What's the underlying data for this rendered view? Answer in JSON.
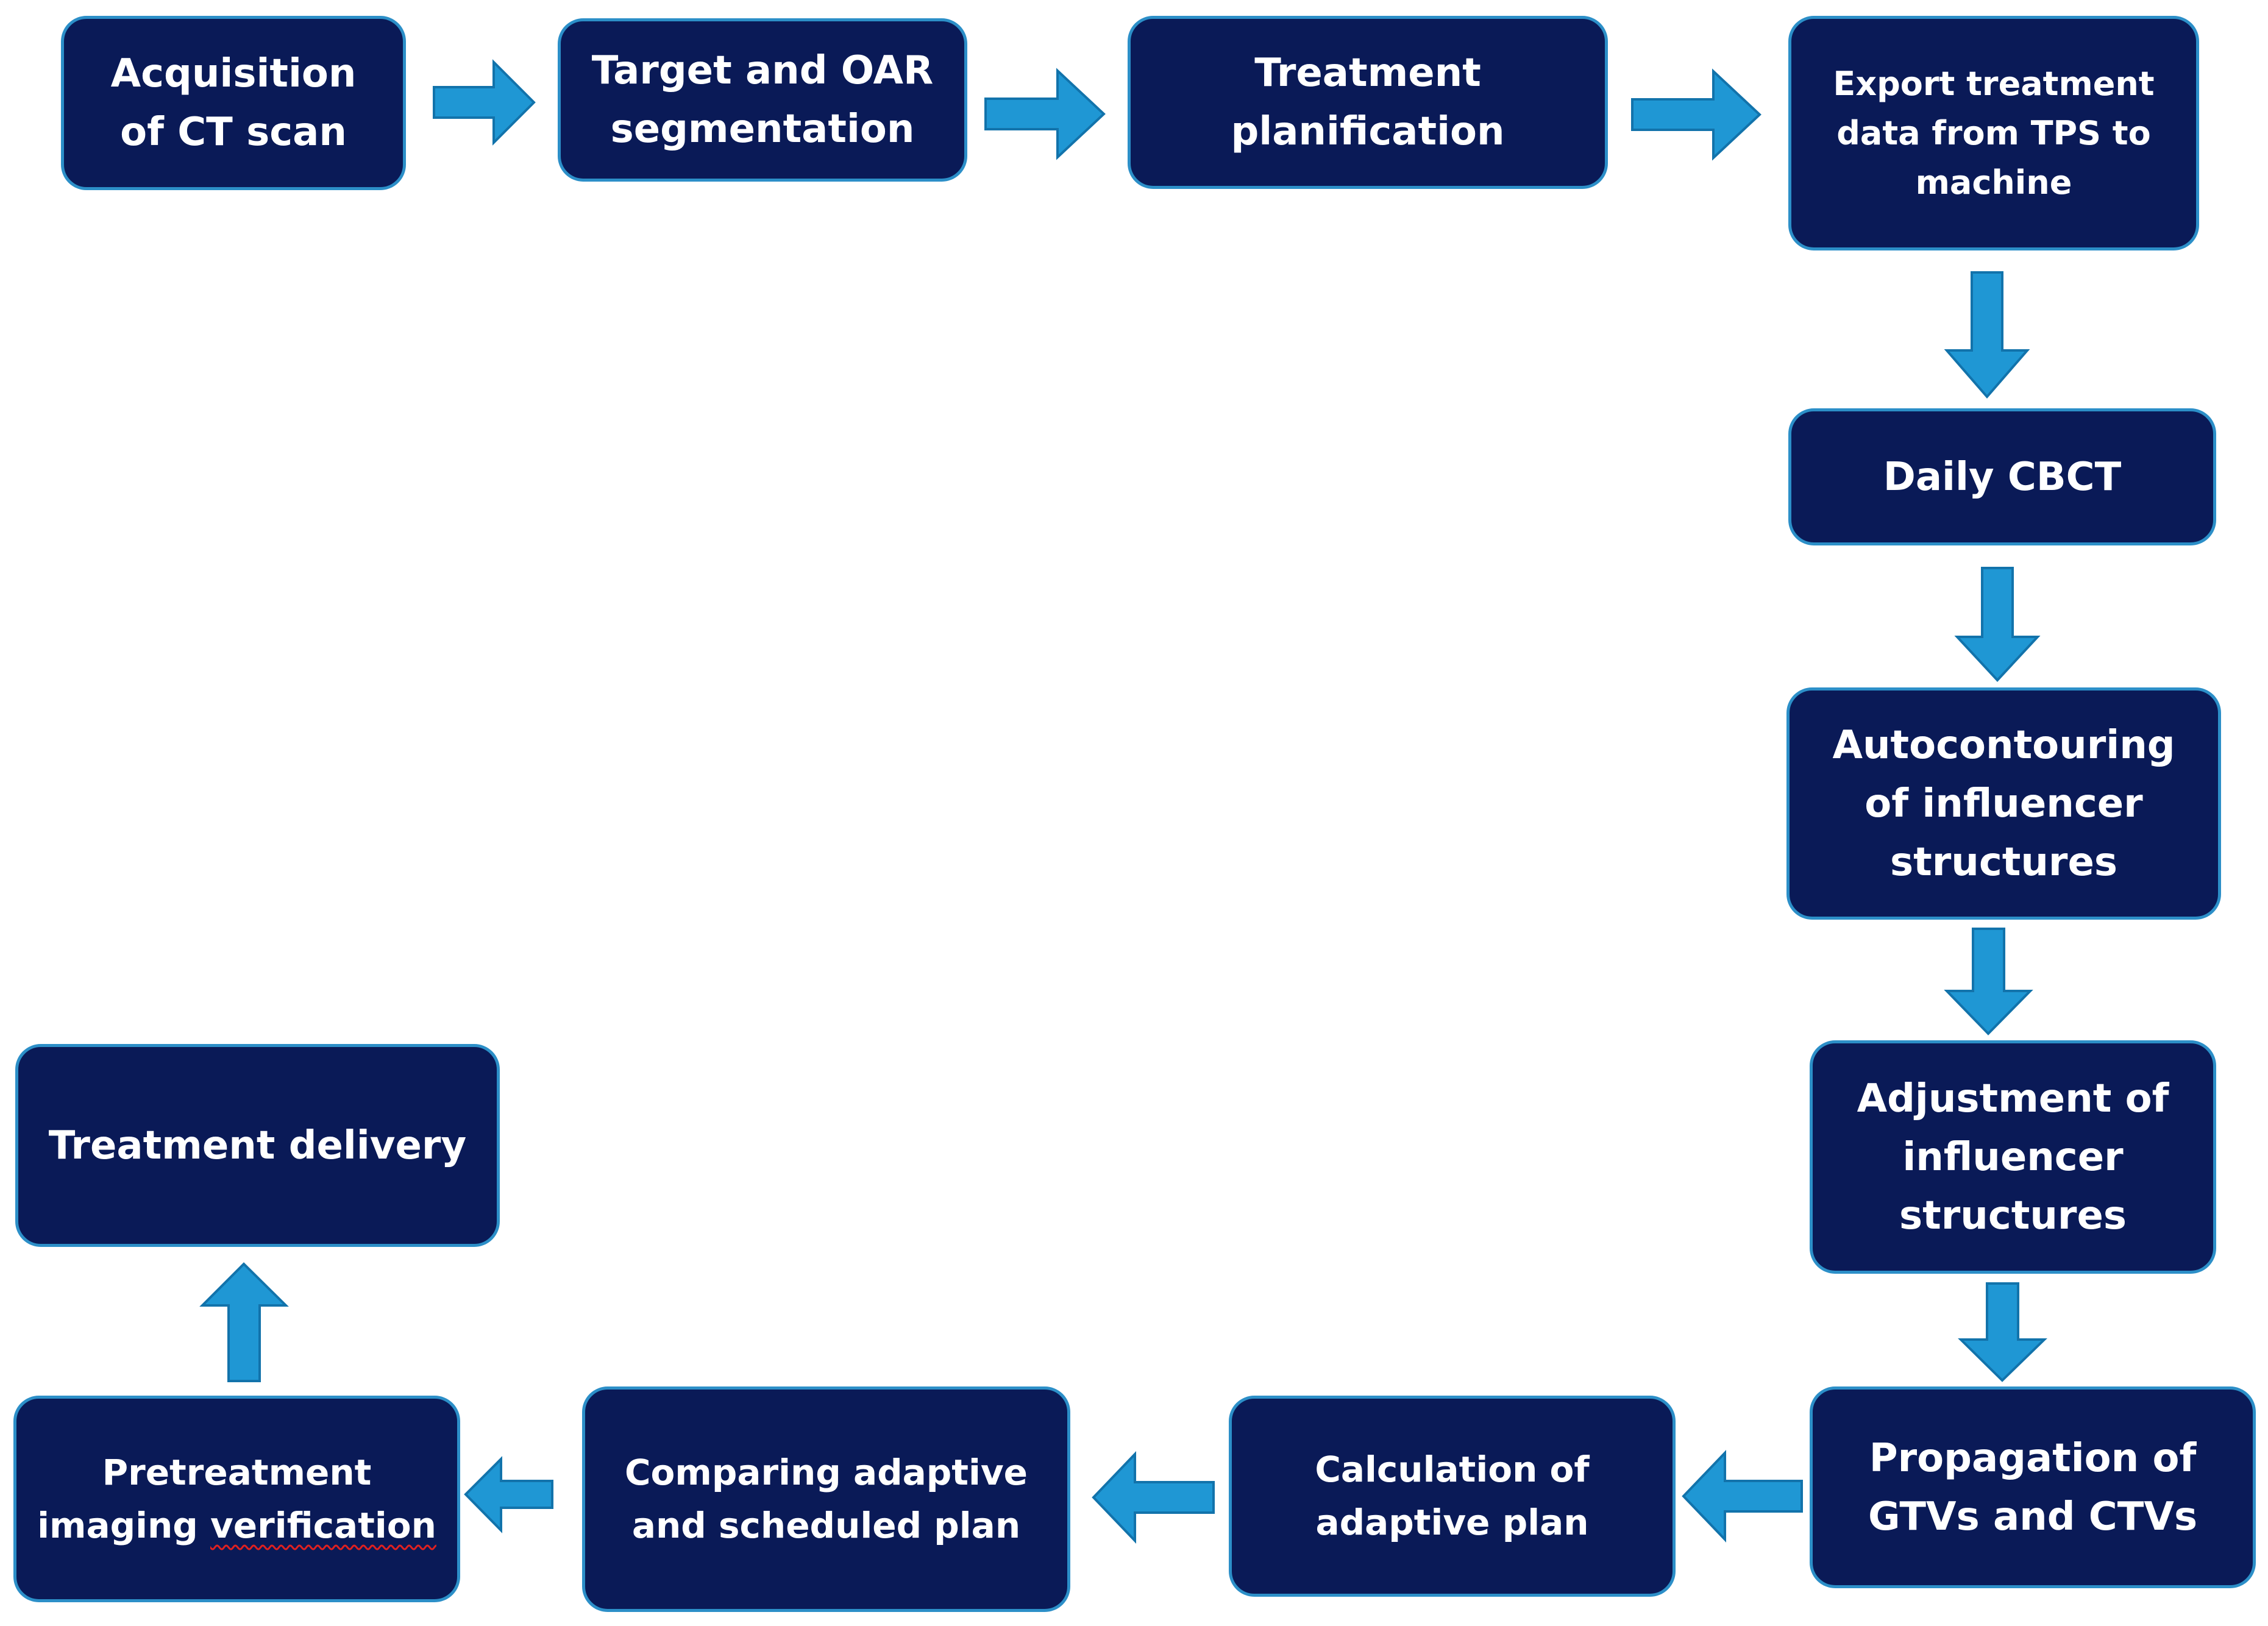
{
  "colors": {
    "box_fill": "#0a1a57",
    "box_border": "#2c8fc8",
    "box_text": "#ffffff",
    "arrow_fill": "#1f97d4",
    "arrow_stroke": "#1273ab",
    "spellcheck_underline": "#e02020"
  },
  "steps": {
    "acquisition_ct": "Acquisition\nof CT scan",
    "target_oar": "Target and OAR\nsegmentation",
    "treatment_planification": "Treatment\nplanification",
    "export_data": "Export treatment\ndata from TPS to\nmachine",
    "daily_cbct": "Daily CBCT",
    "autocontouring": "Autocontouring\nof influencer\nstructures",
    "adjustment": "Adjustment of\ninfluencer\nstructures",
    "propagation": "Propagation of\nGTVs and CTVs",
    "calculation": "Calculation of\nadaptive plan",
    "comparing": "Comparing adaptive\nand scheduled plan",
    "pretreatment_line1": "Pretreatment",
    "pretreatment_line2_a": "imaging ",
    "pretreatment_line2_b": "verification",
    "treatment_delivery": "Treatment delivery"
  },
  "arrows": [
    {
      "from": "acquisition_ct",
      "to": "target_oar",
      "direction": "right"
    },
    {
      "from": "target_oar",
      "to": "treatment_planification",
      "direction": "right"
    },
    {
      "from": "treatment_planification",
      "to": "export_data",
      "direction": "right"
    },
    {
      "from": "export_data",
      "to": "daily_cbct",
      "direction": "down"
    },
    {
      "from": "daily_cbct",
      "to": "autocontouring",
      "direction": "down"
    },
    {
      "from": "autocontouring",
      "to": "adjustment",
      "direction": "down"
    },
    {
      "from": "adjustment",
      "to": "propagation",
      "direction": "down"
    },
    {
      "from": "propagation",
      "to": "calculation",
      "direction": "left"
    },
    {
      "from": "calculation",
      "to": "comparing",
      "direction": "left"
    },
    {
      "from": "comparing",
      "to": "pretreatment",
      "direction": "left"
    },
    {
      "from": "pretreatment",
      "to": "treatment_delivery",
      "direction": "up"
    }
  ]
}
